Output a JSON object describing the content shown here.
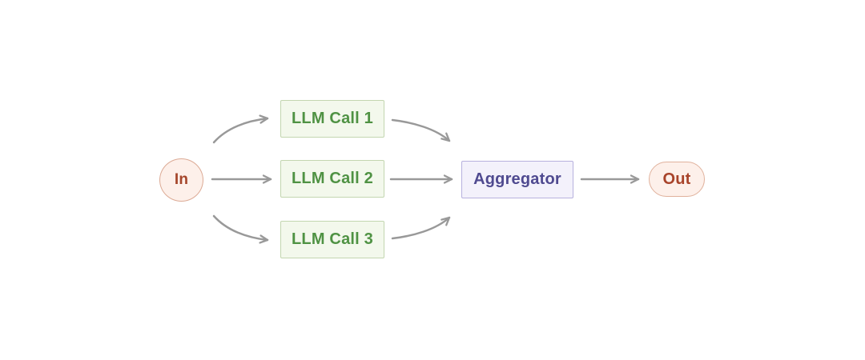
{
  "diagram": {
    "type": "flowchart",
    "description": "Parallelization workflow: input fans out to three parallel LLM calls whose results are combined by an aggregator into one output",
    "background": "#ffffff",
    "arrow_color": "#999999",
    "nodes": {
      "in": {
        "label": "In",
        "shape": "circle",
        "fill": "#fdf0ea",
        "border": "#dcaa95",
        "text_color": "#a5462b"
      },
      "llm1": {
        "label": "LLM Call 1",
        "shape": "rect",
        "fill": "#f3f8ec",
        "border": "#c3d6b0",
        "text_color": "#4f9243"
      },
      "llm2": {
        "label": "LLM Call 2",
        "shape": "rect",
        "fill": "#f3f8ec",
        "border": "#c3d6b0",
        "text_color": "#4f9243"
      },
      "llm3": {
        "label": "LLM Call 3",
        "shape": "rect",
        "fill": "#f3f8ec",
        "border": "#c3d6b0",
        "text_color": "#4f9243"
      },
      "aggregator": {
        "label": "Aggregator",
        "shape": "rect",
        "fill": "#f3f1fb",
        "border": "#b7b1de",
        "text_color": "#4f4a90"
      },
      "out": {
        "label": "Out",
        "shape": "stadium",
        "fill": "#fdf0ea",
        "border": "#e0b19c",
        "text_color": "#a8432a"
      }
    },
    "edges": [
      {
        "from": "in",
        "to": "llm1",
        "style": "curved",
        "arrowhead": "open-chevron"
      },
      {
        "from": "in",
        "to": "llm2",
        "style": "straight",
        "arrowhead": "open-chevron"
      },
      {
        "from": "in",
        "to": "llm3",
        "style": "curved",
        "arrowhead": "open-chevron"
      },
      {
        "from": "llm1",
        "to": "aggregator",
        "style": "curved",
        "arrowhead": "open-chevron"
      },
      {
        "from": "llm2",
        "to": "aggregator",
        "style": "straight",
        "arrowhead": "open-chevron"
      },
      {
        "from": "llm3",
        "to": "aggregator",
        "style": "curved",
        "arrowhead": "open-chevron"
      },
      {
        "from": "aggregator",
        "to": "out",
        "style": "straight",
        "arrowhead": "open-chevron"
      }
    ]
  }
}
